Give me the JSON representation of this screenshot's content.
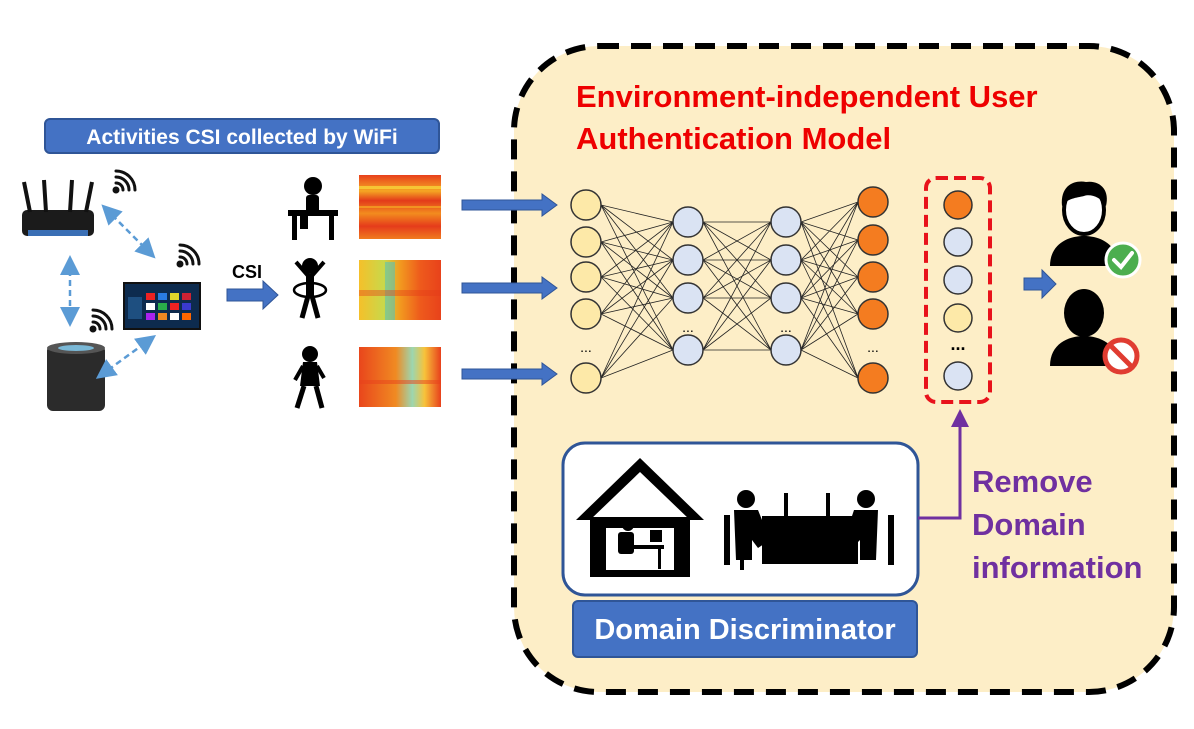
{
  "diagram": {
    "activities_label": "Activities CSI collected by WiFi",
    "csi_label": "CSI",
    "model_title": "Environment-independent User Authentication Model",
    "remove_label": "Remove Domain information",
    "domain_discriminator_label": "Domain Discriminator",
    "ellipsis": "..."
  },
  "colors": {
    "model_bg": "#fdeec7",
    "title_red": "#ee0000",
    "purple": "#7030a0",
    "arrow_blue": "#4472c4",
    "node_yellow": "#fde9a8",
    "node_blue": "#dae3f3",
    "node_orange": "#f47c20",
    "check_green": "#4cae4f",
    "deny_red": "#e03c31"
  },
  "icons": [
    "router-icon",
    "smart-speaker-icon",
    "tv-icon",
    "wifi-signal-icon",
    "person-sitting-desk-icon",
    "person-hula-hoop-icon",
    "person-dancing-icon",
    "user-authorized-icon",
    "user-denied-icon",
    "home-office-icon",
    "office-meeting-icon"
  ]
}
